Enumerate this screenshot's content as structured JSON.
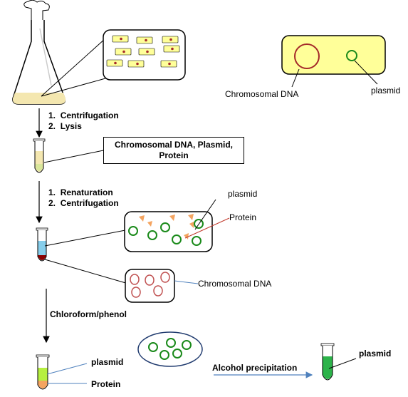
{
  "legend": {
    "chromosomal_label": "Chromosomal DNA",
    "plasmid_label": "plasmid"
  },
  "steps_1": {
    "n1": "1.",
    "s1": "Centrifugation",
    "n2": "2.",
    "s2": "Lysis"
  },
  "lysate_box": {
    "line1": "Chromosomal DNA, Plasmid,",
    "line2": "Protein"
  },
  "steps_2": {
    "n1": "1.",
    "s1": "Renaturation",
    "n2": "2.",
    "s2": "Centrifugation"
  },
  "supernatant": {
    "plasmid_label": "plasmid",
    "protein_label": "Protein"
  },
  "pellet": {
    "chromosomal_label": "Chromosomal DNA"
  },
  "step_3": {
    "label": "Chloroform/phenol"
  },
  "phases": {
    "plasmid_label": "plasmid",
    "protein_label": "Protein"
  },
  "step_4": {
    "label": "Alcohol precipitation"
  },
  "final": {
    "plasmid_label": "plasmid"
  },
  "colors": {
    "culture": "#f4e7b0",
    "cell": "#ffff99",
    "chromosome": "#a52a2a",
    "plasmid": "#1a8a1a",
    "protein": "#f4a460",
    "supernatant": "#87ceeb",
    "pellet": "#8b0000",
    "green_fluid": "#2cb34a",
    "arrow_blue": "#4f81bd"
  }
}
